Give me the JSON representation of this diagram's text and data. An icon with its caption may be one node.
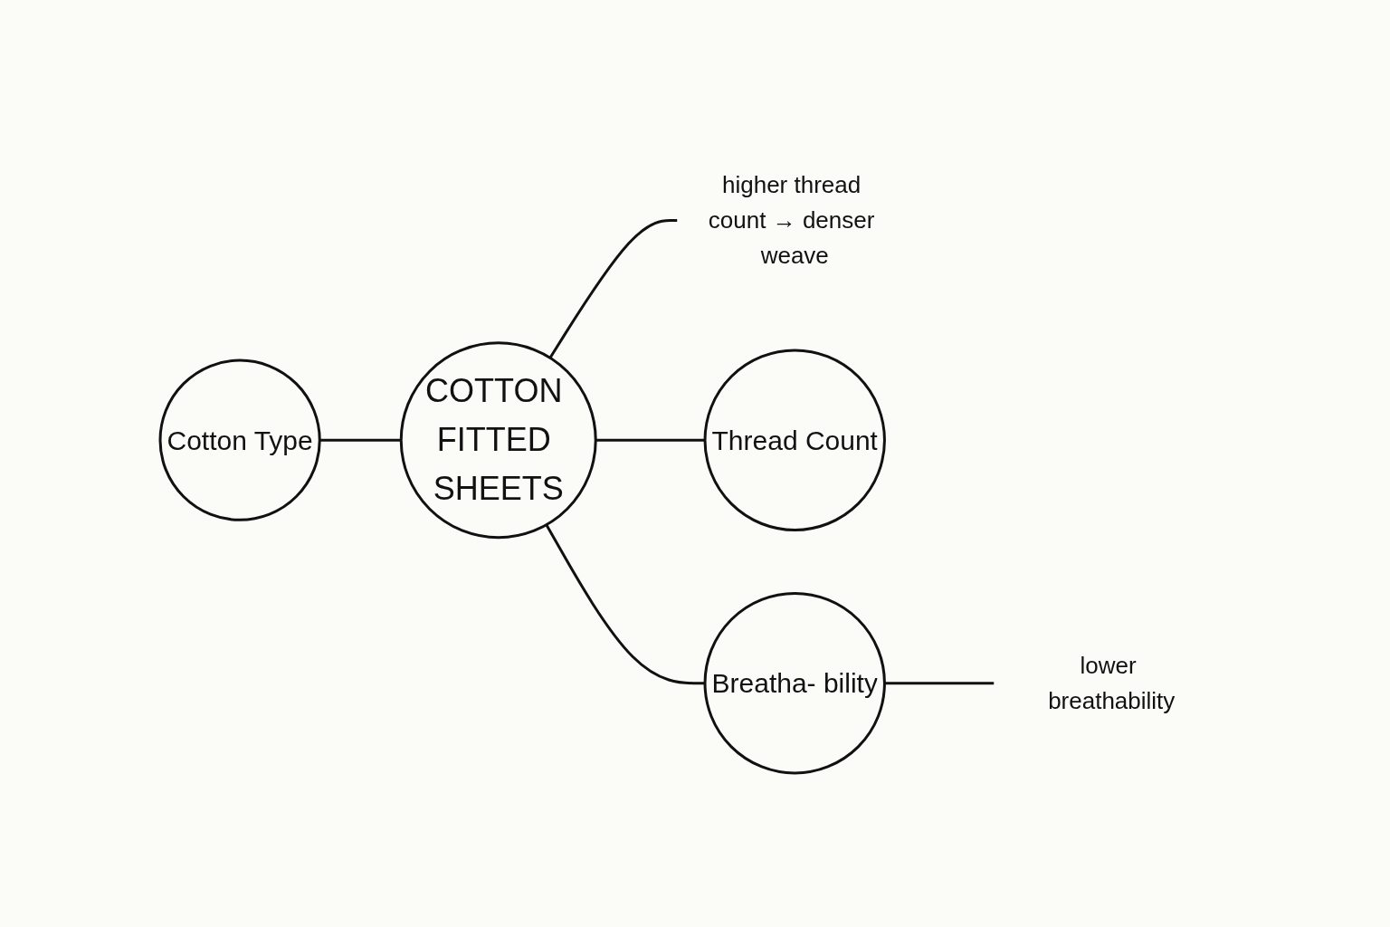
{
  "diagram": {
    "nodes": [
      {
        "text": [
          "Cotton Type"
        ]
      },
      {
        "text": [
          "higher thread count → denser weave"
        ]
      },
      {
        "text": [
          "COTTON FITTED SHEETS"
        ]
      },
      {
        "text": [
          "Thread Count"
        ]
      },
      {
        "text": [
          "Breatha- bility"
        ]
      },
      {
        "text": [
          "lower breathability"
        ]
      }
    ],
    "edges": [
      {
        "from": 0,
        "to": 2,
        "arrow": "none"
      },
      {
        "from": 2,
        "to": 1,
        "arrow": "none"
      },
      {
        "from": 2,
        "to": 3,
        "arrow": "none"
      },
      {
        "from": 2,
        "to": 4,
        "arrow": "none"
      },
      {
        "from": 4,
        "to": 5,
        "arrow": "none"
      }
    ]
  }
}
